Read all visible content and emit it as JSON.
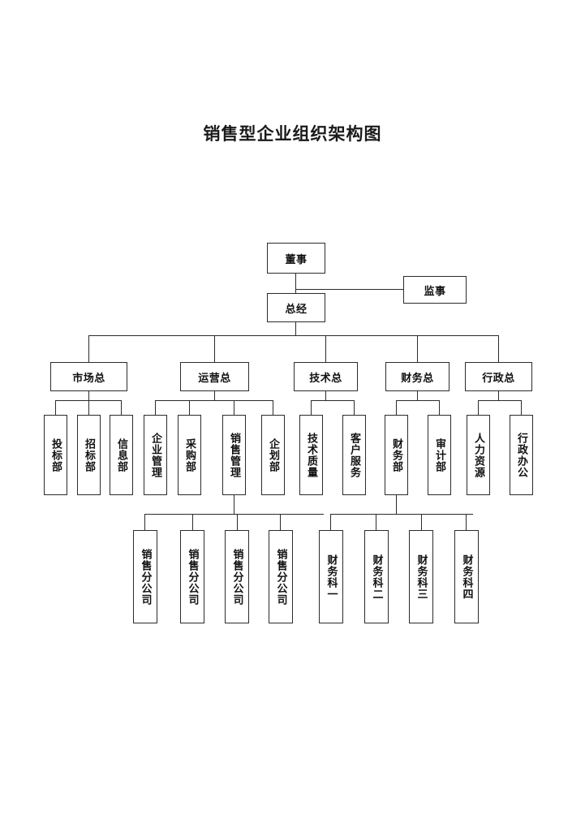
{
  "title": "销售型企业组织架构图",
  "org": {
    "board": {
      "label": "董事"
    },
    "supervisor": {
      "label": "监事"
    },
    "general_manager": {
      "label": "总经"
    },
    "directors": [
      {
        "label": "市场总"
      },
      {
        "label": "运营总"
      },
      {
        "label": "技术总"
      },
      {
        "label": "财务总"
      },
      {
        "label": "行政总"
      }
    ],
    "departments": [
      {
        "label": "投标部"
      },
      {
        "label": "招标部"
      },
      {
        "label": "信息部"
      },
      {
        "label": "企业管理"
      },
      {
        "label": "采购部"
      },
      {
        "label": "销售管理"
      },
      {
        "label": "企划部"
      },
      {
        "label": "技术质量"
      },
      {
        "label": "客户服务"
      },
      {
        "label": "财务部"
      },
      {
        "label": "审计部"
      },
      {
        "label": "人力资源"
      },
      {
        "label": "行政办公"
      }
    ],
    "sales_branches": [
      {
        "label": "销售分公司"
      },
      {
        "label": "销售分公司"
      },
      {
        "label": "销售分公司"
      },
      {
        "label": "销售分公司"
      }
    ],
    "finance_sections": [
      {
        "label": "财务科一"
      },
      {
        "label": "财务科二"
      },
      {
        "label": "财务科三"
      },
      {
        "label": "财务科四"
      }
    ]
  }
}
